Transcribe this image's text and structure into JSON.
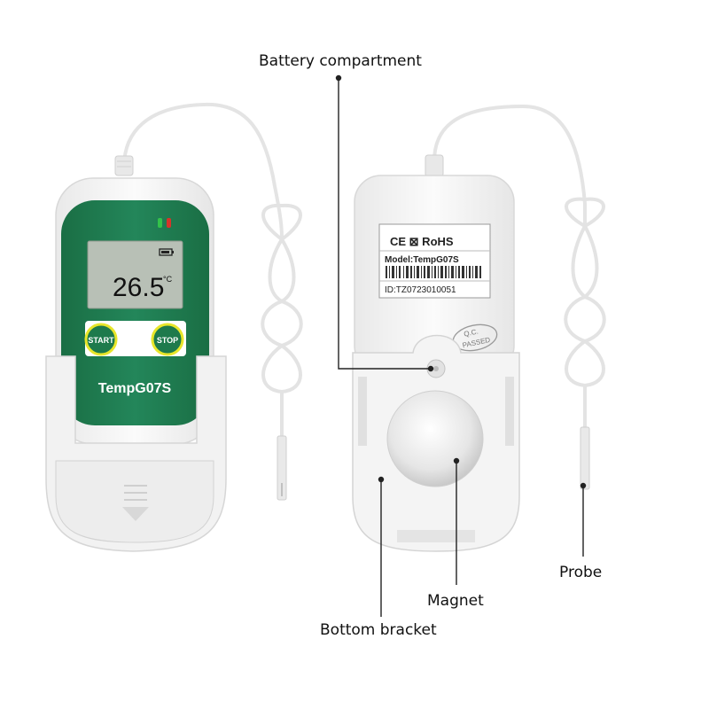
{
  "device": {
    "model_name": "TempG07S",
    "display_reading": "26.5",
    "display_unit": "°C",
    "start_label": "START",
    "stop_label": "STOP"
  },
  "label_sticker": {
    "marks": "CE   ⊠  RoHS",
    "model_line": "Model:TempG07S",
    "id_line": "ID:TZ0723010051"
  },
  "qc_stamp": {
    "line1": "Q.C.",
    "line2": "PASSED"
  },
  "callouts": {
    "battery": "Battery compartment",
    "probe": "Probe",
    "magnet": "Magnet",
    "bracket": "Bottom bracket"
  },
  "colors": {
    "device_green": "#1e7a4c",
    "button_yellow": "#e8e62a",
    "lcd_bg": "#b8c0b6",
    "led_green": "#33c24a",
    "led_red": "#d8332a"
  }
}
